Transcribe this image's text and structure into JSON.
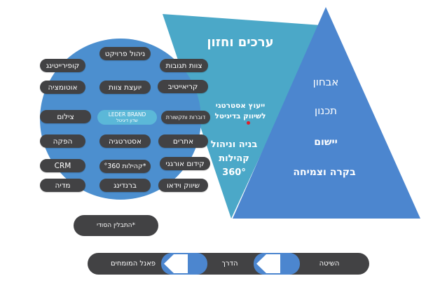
{
  "colors": {
    "circle": "#4C8FCF",
    "light_triangle": "#4BA8C8",
    "main_triangle": "#4C86CF",
    "pill": "#424244",
    "red_dot": "#E0202A"
  },
  "circle": {
    "center": {
      "title": "LEDER BRAND",
      "subtitle": "שדון דיגיטל"
    },
    "pills": [
      "ניהול פרויקט",
      "קופירייטינג",
      "צוות תגובות",
      "אוטומציה",
      "יועצת צוות",
      "קריאייטיב",
      "צילום",
      "דוברות ותקשורת",
      "הפקה",
      "אסטרטגיה",
      "אתרים",
      "CRM",
      "*קהילות °360",
      "קידום אורגני",
      "מדיה",
      "ברנדינג",
      "שיווק וידאו"
    ]
  },
  "values_triangle": {
    "title": "ערכים וחזון",
    "consult_line1": "ייעוץ אסטרטגי",
    "consult_line2": "לשיווק בדיגיטל",
    "community_line1": "בניה וניהול",
    "community_line2": "קהילות",
    "community_line3": "360°"
  },
  "method_triangle": {
    "steps": [
      "אבחון",
      "תכנון",
      "יישום",
      "בקרה וצמיחה"
    ]
  },
  "secret_button": "*התבלין הסודי",
  "nav": {
    "items": [
      "השיטה",
      "הדרך",
      "פאנל המומחים"
    ],
    "arrow_icon": "left-arrow-icon"
  }
}
